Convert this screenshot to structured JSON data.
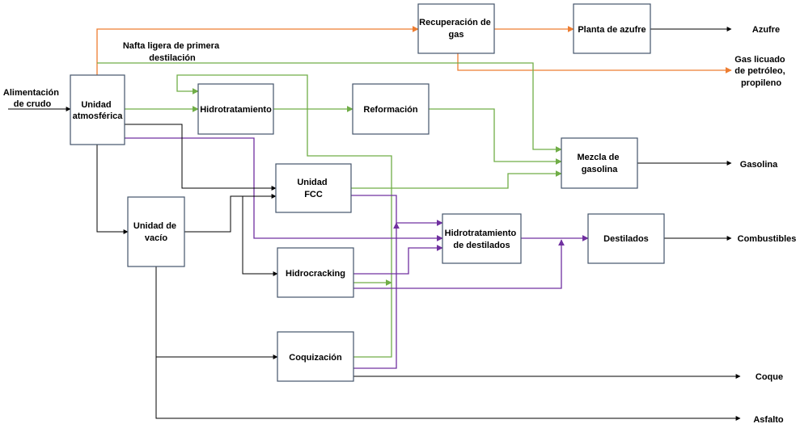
{
  "colors": {
    "black": "#000000",
    "green": "#70ad47",
    "orange": "#ed7d31",
    "purple": "#7030a0",
    "box_border": "#44546a"
  },
  "units": {
    "atmosferica": [
      "Unidad",
      "atmosférica"
    ],
    "vacio": [
      "Unidad de",
      "vacío"
    ],
    "hidrotratamiento": [
      "Hidrotratamiento"
    ],
    "reformacion": [
      "Reformación"
    ],
    "recuperacion_gas": [
      "Recuperación de",
      "gas"
    ],
    "planta_azufre": [
      "Planta de azufre"
    ],
    "mezcla_gasolina": [
      "Mezcla de",
      "gasolina"
    ],
    "fcc": [
      "Unidad",
      "FCC"
    ],
    "hidrotratamiento_destilados": [
      "Hidrotratamiento",
      "de destilados"
    ],
    "destilados": [
      "Destilados"
    ],
    "hidrocracking": [
      "Hidrocracking"
    ],
    "coquizacion": [
      "Coquización"
    ]
  },
  "labels": {
    "feed": [
      "Alimentación",
      "de crudo"
    ],
    "nafta": [
      "Nafta ligera de primera",
      "destilación"
    ]
  },
  "products": {
    "azufre": [
      "Azufre"
    ],
    "glp": [
      "Gas licuado",
      "de petróleo,",
      "propileno"
    ],
    "gasolina": [
      "Gasolina"
    ],
    "combustibles": [
      "Combustibles"
    ],
    "coque": [
      "Coque"
    ],
    "asfalto": [
      "Asfalto"
    ]
  }
}
